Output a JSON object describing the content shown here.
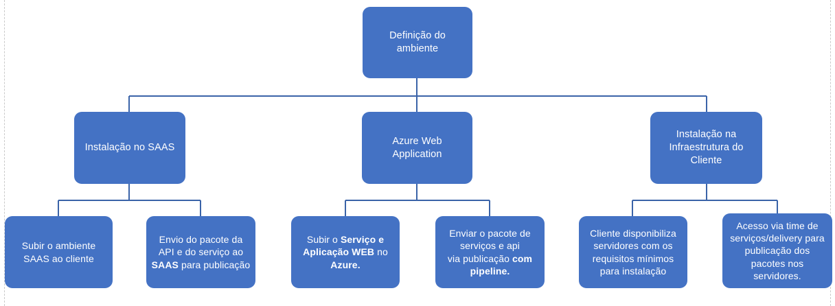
{
  "diagram": {
    "type": "org-chart",
    "title_node": "Definição do ambiente",
    "theme": {
      "node_fill": "#4472C4",
      "node_text": "#FFFFFF",
      "connector": "#3A63A8",
      "background": "#FFFFFF"
    },
    "levels": 3,
    "nodes": {
      "root": {
        "id": "root",
        "label": "Definição do\nambiente",
        "level": 1
      },
      "branch_saas": {
        "id": "branch_saas",
        "label": "Instalação no SAAS",
        "level": 2
      },
      "branch_azure": {
        "id": "branch_azure",
        "label": "Azure Web\nApplication",
        "level": 2
      },
      "branch_infra": {
        "id": "branch_infra",
        "label": "Instalação na\nInfraestrutura do\nCliente",
        "level": 2
      },
      "leaf_1": {
        "id": "leaf_1",
        "parent": "branch_saas",
        "level": 3,
        "label": "Subir o ambiente\nSAAS ao cliente",
        "rich": [
          {
            "t": "Subir o ambiente\nSAAS ao cliente",
            "b": false
          }
        ]
      },
      "leaf_2": {
        "id": "leaf_2",
        "parent": "branch_saas",
        "level": 3,
        "label": "Envio do pacote da API e do serviço ao SAAS para publicação",
        "rich": [
          {
            "t": "Envio do pacote da\nAPI e do serviço ao\n",
            "b": false
          },
          {
            "t": "SAAS",
            "b": true
          },
          {
            "t": " para publicação",
            "b": false
          }
        ]
      },
      "leaf_3": {
        "id": "leaf_3",
        "parent": "branch_azure",
        "level": 3,
        "label": "Subir o Serviço e Aplicação WEB no Azure.",
        "rich": [
          {
            "t": "Subir o ",
            "b": false
          },
          {
            "t": "Serviço e\nAplicação WEB",
            "b": true
          },
          {
            "t": " no\n",
            "b": false
          },
          {
            "t": "Azure.",
            "b": true
          }
        ]
      },
      "leaf_4": {
        "id": "leaf_4",
        "parent": "branch_azure",
        "level": 3,
        "label": "Enviar o pacote de serviços e api via publicação com pipeline.",
        "rich": [
          {
            "t": "Enviar o pacote de\nserviços e api\nvia publicação ",
            "b": false
          },
          {
            "t": "com\npipeline.",
            "b": true
          }
        ]
      },
      "leaf_5": {
        "id": "leaf_5",
        "parent": "branch_infra",
        "level": 3,
        "label": "Cliente disponibiliza servidores com os requisitos mínimos para instalação",
        "rich": [
          {
            "t": "Cliente disponibiliza\nservidores com os\nrequisitos mínimos\npara instalação",
            "b": false
          }
        ]
      },
      "leaf_6": {
        "id": "leaf_6",
        "parent": "branch_infra",
        "level": 3,
        "label": "Acesso via time de serviços/delivery para publicação dos pacotes nos servidores.",
        "rich": [
          {
            "t": "Acesso via time de\nserviços/delivery para\npublicação dos\npacotes nos\nservidores.",
            "b": false
          }
        ]
      }
    },
    "edges": [
      {
        "from": "root",
        "to": "branch_saas"
      },
      {
        "from": "root",
        "to": "branch_azure"
      },
      {
        "from": "root",
        "to": "branch_infra"
      },
      {
        "from": "branch_saas",
        "to": "leaf_1"
      },
      {
        "from": "branch_saas",
        "to": "leaf_2"
      },
      {
        "from": "branch_azure",
        "to": "leaf_3"
      },
      {
        "from": "branch_azure",
        "to": "leaf_4"
      },
      {
        "from": "branch_infra",
        "to": "leaf_5"
      },
      {
        "from": "branch_infra",
        "to": "leaf_6"
      }
    ]
  }
}
